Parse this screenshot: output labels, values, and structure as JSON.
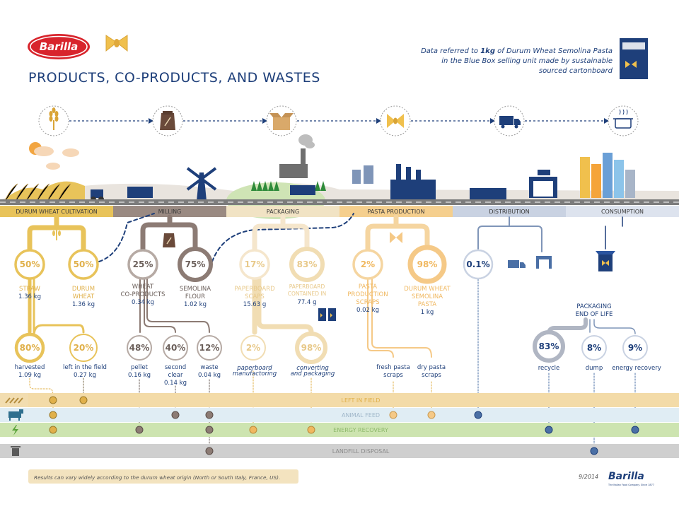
{
  "brand": {
    "name": "Barilla",
    "tagline": "The Italian Food Company. Since 1877"
  },
  "title": "PRODUCTS, CO-PRODUCTS, AND WASTES",
  "note": {
    "prefix": "Data referred to ",
    "bold": "1kg",
    "line1_rest": " of Durum Wheat Semolina Pasta",
    "line2": "in the Blue Box selling unit made by sustainable",
    "line3": "sourced cartonboard"
  },
  "process_icons": [
    "wheat-icon",
    "flour-sack-icon",
    "box-icon",
    "farfalle-icon",
    "truck-icon",
    "cooking-pot-icon"
  ],
  "stages": [
    "DURUM WHEAT CULTIVATION",
    "MILLING",
    "PACKAGING",
    "PASTA PRODUCTION",
    "DISTRIBUTION",
    "CONSUMPTION"
  ],
  "nodes": {
    "straw": {
      "pct": "50%",
      "name1": "STRAW",
      "value": "1.36 kg"
    },
    "durum": {
      "pct": "50%",
      "name1": "DURUM",
      "name2": "WHEAT",
      "value": "1.36 kg"
    },
    "wheatco": {
      "pct": "25%",
      "name1": "WHEAT",
      "name2": "CO-PRODUCTS",
      "value": "0.34 kg"
    },
    "semolina": {
      "pct": "75%",
      "name1": "SEMOLINA",
      "name2": "FLOUR",
      "value": "1.02 kg"
    },
    "pbscraps": {
      "pct": "17%",
      "name1": "PAPERBOARD",
      "name2": "SCAPS",
      "value": "15.63 g"
    },
    "pbcont": {
      "pct": "83%",
      "name1": "PAPERBOARD",
      "name2": "CONTAINED IN",
      "value": "77.4 g"
    },
    "pastascraps": {
      "pct": "2%",
      "name1": "PASTA",
      "name2": "PRODUCTION",
      "name3": "SCRAPS",
      "value": "0.02 kg"
    },
    "pasta": {
      "pct": "98%",
      "name1": "DURUM WHEAT",
      "name2": "SEMOLINA",
      "name3": "PASTA",
      "value": "1 kg"
    },
    "distribution": {
      "pct": "0.1%"
    },
    "packaging_eol": {
      "line1": "PACKAGING",
      "line2": "END OF LIFE"
    },
    "harvested": {
      "pct": "80%",
      "name1": "harvested",
      "value": "1.09 kg"
    },
    "leftfield": {
      "pct": "20%",
      "name1": "left in the field",
      "value": "0.27 kg"
    },
    "pellet": {
      "pct": "48%",
      "name1": "pellet",
      "value": "0.16 kg"
    },
    "secondclear": {
      "pct": "40%",
      "name1": "second",
      "name2": "clear",
      "value": "0.14 kg"
    },
    "waste": {
      "pct": "12%",
      "name1": "waste",
      "value": "0.04 kg"
    },
    "pbmanuf": {
      "pct": "2%",
      "name1": "paperboard",
      "name2": "manufactoring"
    },
    "converting": {
      "pct": "98%",
      "name1": "converting",
      "name2": "and packaging"
    },
    "freshscraps": {
      "name1": "fresh pasta",
      "name2": "scraps"
    },
    "dryscraps": {
      "name1": "dry pasta",
      "name2": "scraps"
    },
    "recycle": {
      "pct": "83%",
      "name1": "recycle"
    },
    "dump": {
      "pct": "8%",
      "name1": "dump"
    },
    "energyrec": {
      "pct": "9%",
      "name1": "energy recovery"
    }
  },
  "bands": [
    "LEFT IN FIELD",
    "ANIMAL FEED",
    "ENERGY RECOVERY",
    "LANDFILL DISPOSAL"
  ],
  "footer": {
    "disclaimer": "Results can vary widely according to the durum wheat origin (North or South Italy, France, US).",
    "date": "9/2014"
  },
  "colors": {
    "navy": "#1e3f7a",
    "blue": "#4a6fa5",
    "gold": "#e0b04a",
    "goldlight": "#f2d9a4",
    "taupe": "#8c7b74",
    "peach": "#f5c987",
    "slate": "#7f95b8",
    "gray": "#b9b9b9"
  }
}
